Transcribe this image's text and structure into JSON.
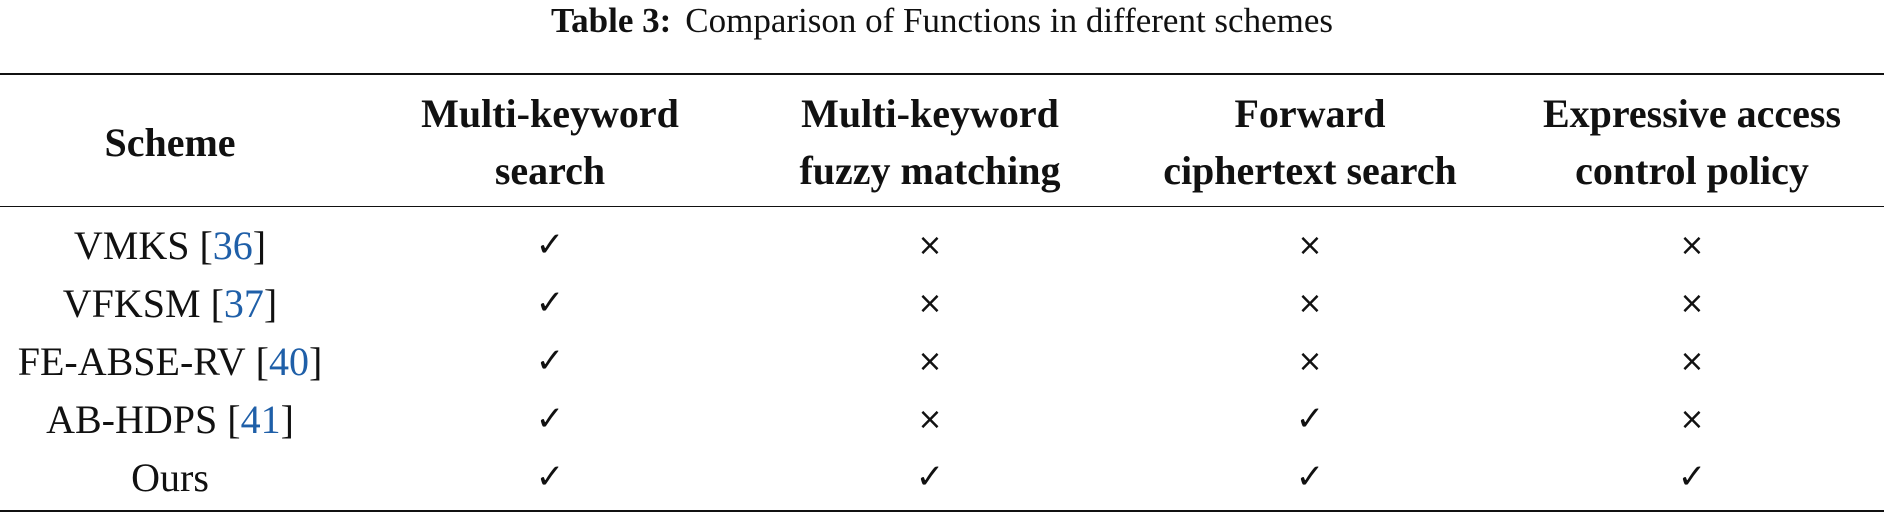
{
  "caption": {
    "label": "Table 3:",
    "text": "Comparison of Functions in different schemes"
  },
  "table": {
    "headers": [
      "Scheme",
      "Multi-keyword\nsearch",
      "Multi-keyword\nfuzzy matching",
      "Forward\nciphertext search",
      "Expressive access\ncontrol policy"
    ],
    "rows": [
      {
        "scheme": "VMKS",
        "ref": "36",
        "open": "[",
        "close": "]",
        "cells": [
          "✓",
          "×",
          "×",
          "×"
        ]
      },
      {
        "scheme": "VFKSM",
        "ref": "37",
        "open": "[",
        "close": "]",
        "cells": [
          "✓",
          "×",
          "×",
          "×"
        ]
      },
      {
        "scheme": "FE-ABSE-RV",
        "ref": "40",
        "open": "[",
        "close": "]",
        "cells": [
          "✓",
          "×",
          "×",
          "×"
        ]
      },
      {
        "scheme": "AB-HDPS",
        "ref": "41",
        "open": "[",
        "close": "]",
        "cells": [
          "✓",
          "×",
          "✓",
          "×"
        ]
      },
      {
        "scheme": "Ours",
        "ref": "",
        "open": "",
        "close": "",
        "cells": [
          "✓",
          "✓",
          "✓",
          "✓"
        ]
      }
    ]
  },
  "colors": {
    "reference_link": "#1f5fa8",
    "text": "#111111"
  }
}
